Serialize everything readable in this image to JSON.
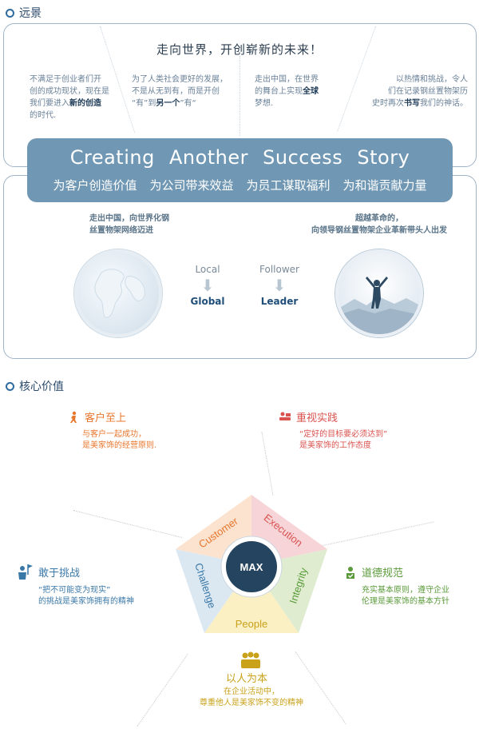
{
  "vision": {
    "heading": "远景",
    "title": "走向世界，开创崭新的未来！",
    "col1": [
      "不满足于创业者们开",
      "创的成功现状，现在是",
      "我们要进入",
      "新的创造",
      "的时代."
    ],
    "col2": [
      "为了人类社会更好的发展，",
      "不是从无到有，而是开创",
      "“有”到",
      "另一个",
      "”有“"
    ],
    "col3": [
      "走出中国，在世界",
      "的舞台上实现",
      "全球",
      "梦想."
    ],
    "col4": [
      "以热情和挑战，令人",
      "们在记录钢丝置物架历",
      "史时再次",
      "书写",
      "我们的神话。"
    ],
    "banner_en": "Creating Another Success Story",
    "banner_cn": [
      "为客户创造价值",
      "为公司带来效益",
      "为员工谋取福利",
      "为和谐贡献力量"
    ],
    "left_caption": [
      "走出中国，向世界化钢",
      "丝置物架网络迈进"
    ],
    "right_caption": [
      "超越革命的，",
      "向领导钢丝置物架企业革新带头人出发"
    ],
    "local": "Local",
    "global": "Global",
    "follower": "Follower",
    "leader": "Leader"
  },
  "values": {
    "heading": "核心价值",
    "customer": {
      "title": "客户至上",
      "lines": [
        "与客户一起成功，",
        "是美家饰的经营原则."
      ],
      "color": "#e8772e"
    },
    "execution": {
      "title": "重视实践",
      "lines": [
        "“定好的目标要必须达到”",
        "是美家饰的工作态度"
      ],
      "color": "#d9534f"
    },
    "challenge": {
      "title": "敢于挑战",
      "lines": [
        "“把不可能变为现实”",
        "的挑战是美家饰拥有的精神"
      ],
      "color": "#3a78a8"
    },
    "integrity": {
      "title": "道德规范",
      "lines": [
        "充实基本原则，遵守企业",
        "伦理是美家饰的基本方针"
      ],
      "color": "#5a9a3a"
    },
    "people": {
      "title": "以人为本",
      "lines": [
        "在企业活动中，",
        "尊重他人是美家饰不变的精神"
      ],
      "color": "#c9a21a"
    },
    "pentagon": {
      "customer": "Customer",
      "execution": "Execution",
      "integrity": "Integrity",
      "people": "People",
      "challenge": "Challenge",
      "logo": "MAX"
    }
  }
}
